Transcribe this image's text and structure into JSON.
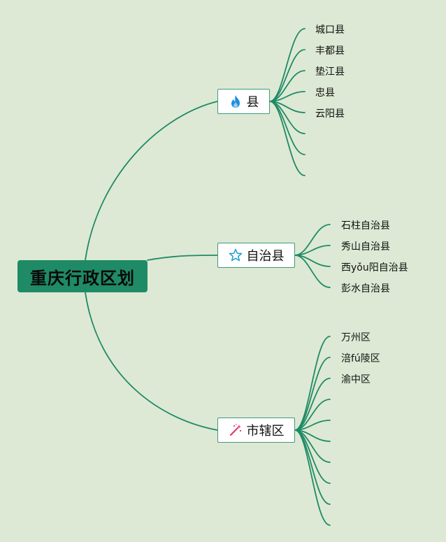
{
  "root": {
    "label": "重庆行政区划"
  },
  "branches": [
    {
      "label": "县",
      "icon": "fire-icon",
      "leaves": [
        "城口县",
        "丰都县",
        "垫江县",
        "忠县",
        "云阳县",
        "",
        "",
        ""
      ]
    },
    {
      "label": "自治县",
      "icon": "star-icon",
      "leaves": [
        "石柱自治县",
        "秀山自治县",
        "西yǒu阳自治县",
        "彭水自治县"
      ]
    },
    {
      "label": "市辖区",
      "icon": "magic-wand-icon",
      "leaves": [
        "万州区",
        "涪fú陵区",
        "渝中区",
        "",
        "",
        "",
        "",
        "",
        "",
        ""
      ]
    }
  ],
  "colors": {
    "background": "#dde9d4",
    "line": "#1f8a66",
    "root_fill": "#1f8a66",
    "node_border": "#3d9a7c",
    "fire_icon": "#1e8fe0",
    "star_icon": "#2aa1d6",
    "wand_icon": "#e23a6e"
  }
}
